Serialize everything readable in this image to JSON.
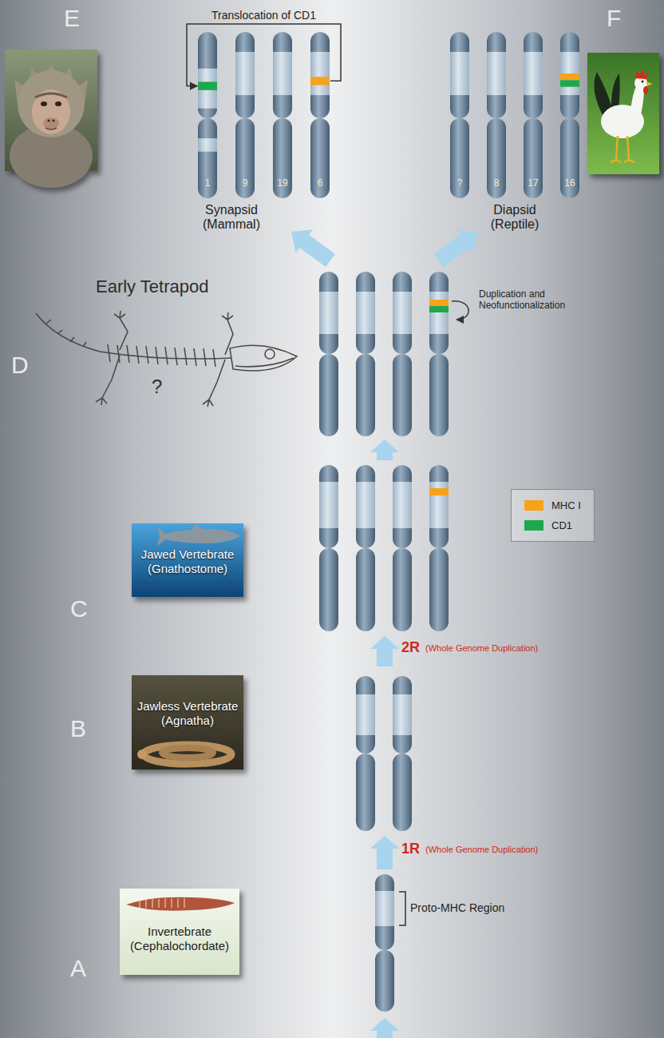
{
  "diagram": {
    "nodes": [
      {
        "text": [
          "1"
        ]
      },
      {
        "text": [
          "9"
        ]
      },
      {
        "text": [
          "19"
        ]
      },
      {
        "text": [
          "6"
        ]
      },
      {
        "text": [
          "?"
        ]
      },
      {
        "text": [
          "8"
        ]
      },
      {
        "text": [
          "17"
        ]
      },
      {
        "text": [
          "16"
        ]
      },
      {
        "text": [
          "Jawed Vertebrate (Gnathostome)"
        ]
      },
      {
        "text": [
          "Jawless Vertebrate (Agnatha)"
        ]
      },
      {
        "text": [
          "Invertebrate (Cephalochordate)"
        ]
      }
    ],
    "edges": [
      {
        "from": 3,
        "to": 0,
        "arrow": "to",
        "label": "Translocation of CD1"
      }
    ],
    "labels": [
      "E",
      "F",
      "Synapsid (Mammal)",
      "Diapsid (Reptile)",
      "Early Tetrapod",
      "D",
      "?",
      "Duplication and Neofunctionalization",
      "C",
      "2R",
      "(Whole Genome Duplication)",
      "B",
      "1R",
      "(Whole Genome Duplication)",
      "Proto-MHC Region",
      "A"
    ],
    "legend": [
      {
        "text": "MHC I",
        "color": "#f7a21b"
      },
      {
        "text": "CD1",
        "color": "#1ea84d"
      }
    ]
  }
}
